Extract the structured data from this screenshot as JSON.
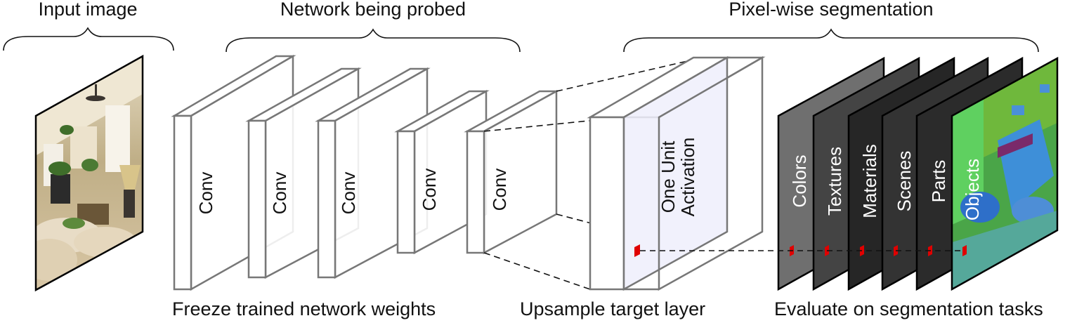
{
  "headings": {
    "input": "Input image",
    "network": "Network being probed",
    "segmentation": "Pixel-wise segmentation"
  },
  "captions": {
    "freeze": "Freeze trained network weights",
    "upsample": "Upsample target layer",
    "evaluate": "Evaluate on segmentation tasks"
  },
  "conv_layers": [
    {
      "label": "Conv"
    },
    {
      "label": "Conv"
    },
    {
      "label": "Conv"
    },
    {
      "label": "Conv"
    },
    {
      "label": "Conv"
    }
  ],
  "activation": {
    "line1": "One Unit",
    "line2": "Activation"
  },
  "segmentation_tasks": [
    {
      "label": "Colors",
      "color": "#6f6f6f"
    },
    {
      "label": "Textures",
      "color": "#444444"
    },
    {
      "label": "Materials",
      "color": "#262626"
    },
    {
      "label": "Scenes",
      "color": "#333333"
    },
    {
      "label": "Parts",
      "color": "#2b2b2b"
    },
    {
      "label": "Objects",
      "color": "#4aa548"
    }
  ],
  "colors": {
    "stroke": "#7a7a7a",
    "activation_fill": "#eeeefb",
    "marker": "#e00000"
  }
}
